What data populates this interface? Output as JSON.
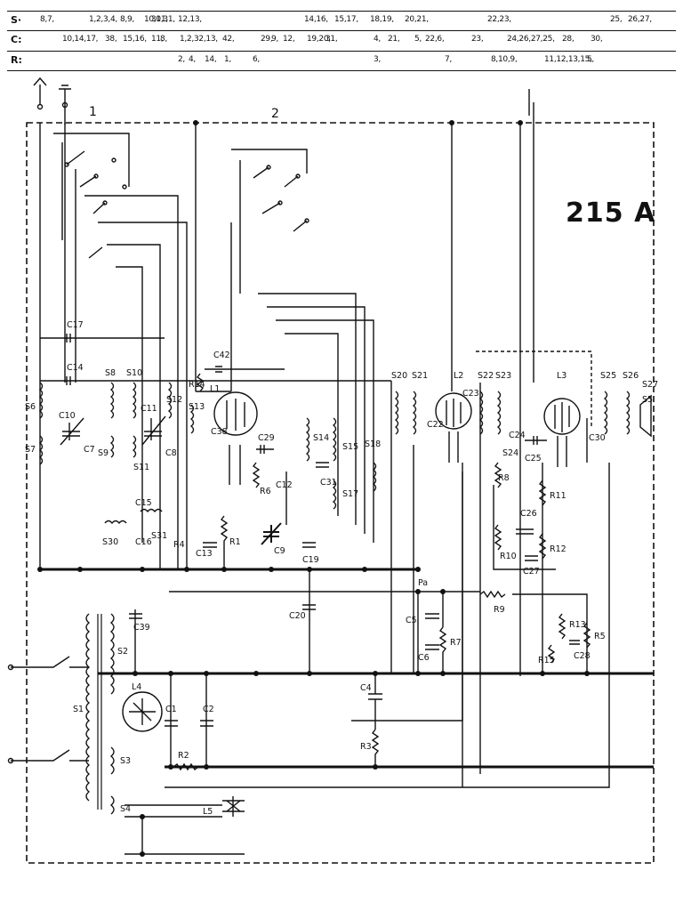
{
  "model_label": "215 A",
  "header": {
    "rows": [
      {
        "tag": "S·",
        "cells": [
          "8,7,",
          "1,2,3,4,",
          "8,9,",
          "10,11,",
          "30,31,",
          "12,13,",
          "14,16,",
          "15,17,",
          "18,19,",
          "20,21,",
          "22,23,",
          "25,",
          "26,27,"
        ]
      },
      {
        "tag": "C:",
        "cells": [
          "10,14,17,",
          "38,",
          "15,16,",
          "11,",
          "8,",
          "1,2,",
          "32,13,",
          "42,",
          "29,",
          "9,",
          "12,",
          "19,20,",
          "31,",
          "4,",
          "21,",
          "5,",
          "22,6,",
          "23,",
          "24,26,27,25,",
          "28,",
          "30,"
        ]
      },
      {
        "tag": "R:",
        "cells": [
          "2,",
          "4,",
          "14,",
          "1,",
          "6,",
          "3,",
          "7,",
          "8,10,9,",
          "11,12,13,15,",
          "5,"
        ]
      }
    ]
  },
  "zones": [
    "1",
    "2"
  ],
  "components": {
    "coils": [
      "S6",
      "S7",
      "S8",
      "S9",
      "S10",
      "S11",
      "S12",
      "S13",
      "S14",
      "S15",
      "S17",
      "S18",
      "S20",
      "S21",
      "S22",
      "S23",
      "S24",
      "S25",
      "S26",
      "S27",
      "S30",
      "S31",
      "S1",
      "S2",
      "S3",
      "S4",
      "S5"
    ],
    "capacitors": [
      "C17",
      "C14",
      "C10",
      "C7",
      "C11",
      "C8",
      "C42",
      "C38",
      "C29",
      "C12",
      "C9",
      "C13",
      "C31",
      "C19",
      "C20",
      "C15",
      "C16",
      "C5",
      "C6",
      "C4",
      "C1",
      "C2",
      "C22",
      "C23",
      "C24",
      "C25",
      "C26",
      "C27",
      "C28",
      "C30",
      "C39"
    ],
    "resistors": [
      "R14",
      "R6",
      "R1",
      "R4",
      "R7",
      "R3",
      "R2",
      "R8",
      "R9",
      "R10",
      "R11",
      "R12",
      "R13",
      "R15",
      "R5"
    ],
    "tubes": [
      "L1",
      "L2",
      "L3",
      "L4",
      "L5"
    ],
    "misc": [
      "Pa"
    ]
  }
}
